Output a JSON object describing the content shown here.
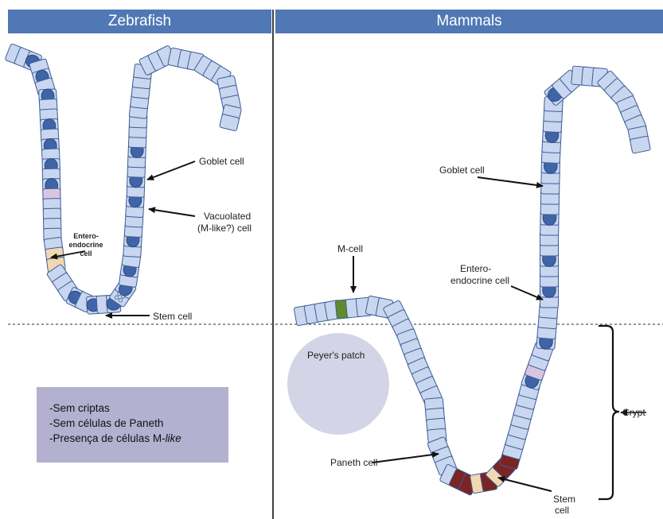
{
  "headers": {
    "left": "Zebrafish",
    "right": "Mammals"
  },
  "zebrafish_labels": {
    "goblet": "Goblet cell",
    "vacuolated_1": "Vacuolated",
    "vacuolated_2": "(M-like?) cell",
    "entero_1": "Entero-",
    "entero_2": "endocrine",
    "entero_3": "cell",
    "stem": "Stem cell"
  },
  "mammal_labels": {
    "goblet": "Goblet cell",
    "mcell": "M-cell",
    "entero_1": "Entero-",
    "entero_2": "endocrine cell",
    "peyers": "Peyer's patch",
    "crypt": "Crypt",
    "paneth": "Paneth cell",
    "stem_1": "Stem",
    "stem_2": "cell"
  },
  "notes": {
    "line1": "-Sem criptas",
    "line2": "-Sem células de Paneth",
    "line3_prefix": "-Presença de células M-",
    "line3_italic": "like"
  },
  "colors": {
    "header": "#4f78b4",
    "epithelial_cell": "#c8d6f0",
    "cell_border": "#3d5d95",
    "nucleus": "#3f64a8",
    "stem_cell": "#f0d8b0",
    "paneth_cell": "#7a2424",
    "m_cell": "#5f8b2e",
    "enteroendocrine_cell": "#d8c6e0",
    "peyers_patch": "#d3d5e6",
    "notes_box": "#b3b0d0"
  }
}
